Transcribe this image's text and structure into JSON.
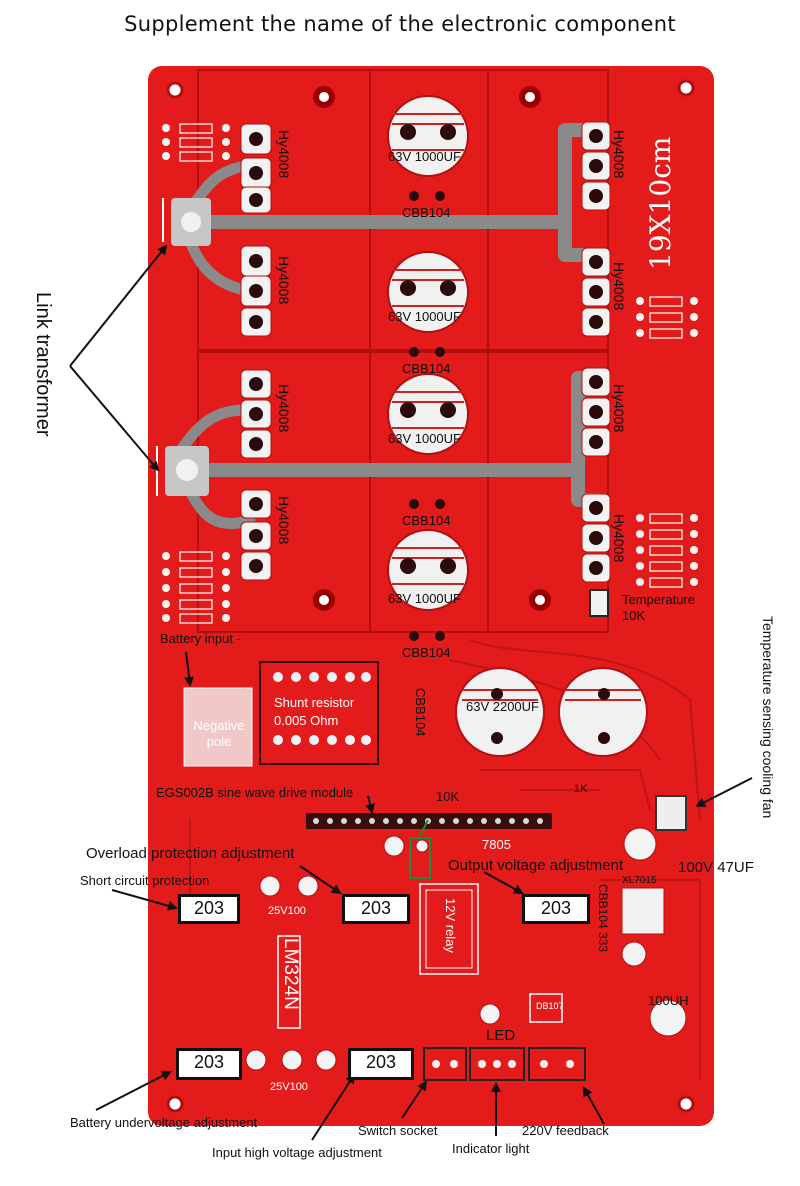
{
  "title": "Supplement the name of the electronic component",
  "colors": {
    "board": "#e31b1b",
    "board_dark": "#b01010",
    "trace_gray": "#8a8a8a",
    "text": "#111111"
  },
  "left_label": "Link transformer",
  "right_label": "Temperature sensing cooling fan",
  "board_text": {
    "size": "19X10cm",
    "hy": "Hy4008",
    "cap1000": "63V 1000UF",
    "cbb": "CBB104",
    "cap2200": "63V 2200UF",
    "temp": "Temperature",
    "temp_val": "10K",
    "battery_input": "Battery input -",
    "negative_pole": "Negative pole",
    "shunt": "Shunt resistor",
    "shunt_val": "0.005 Ohm",
    "egs": "EGS002B sine wave drive module",
    "ten_k": "10K",
    "overload": "Overload protection adjustment",
    "short_circuit": "Short circuit protection",
    "output_voltage": "Output voltage adjustment",
    "cap100v": "100V 47UF",
    "v7805": "7805",
    "relay": "12V relay",
    "lm324": "LM324N",
    "v25": "25V100",
    "uh100": "100UH",
    "pot": "203",
    "led": "LED",
    "cbb333": "CBB104 333",
    "battery_under": "Battery undervoltage adjustment",
    "switch_socket": "Switch socket",
    "input_high": "Input high voltage adjustment",
    "indicator": "Indicator light",
    "feedback": "220V feedback",
    "one_k": "1K",
    "xl": "XL7015",
    "db": "DB107"
  }
}
